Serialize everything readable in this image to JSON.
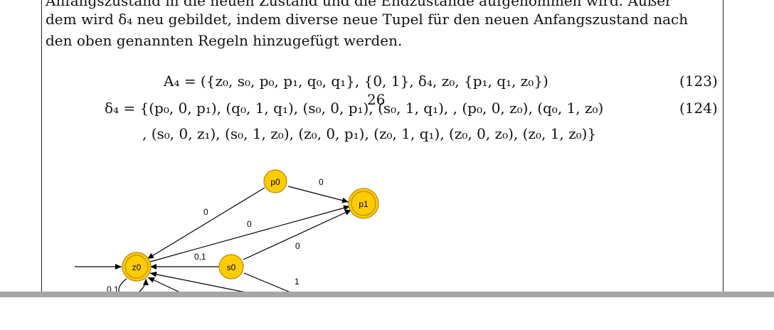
{
  "text": {
    "line_partial": "Anfangszustand in die neuen Zustand und die Endzustände aufgenommen wird. Außer",
    "line2": "dem wird δ₄ neu gebildet, indem diverse neue Tupel für den neuen Anfangszustand nach",
    "line3": "den oben genannten Regeln hinzugefügt werden."
  },
  "equations": {
    "eq123": "A₄ = ({z₀, s₀, p₀, p₁, q₀, q₁}, {0, 1}, δ₄, z₀, {p₁, q₁, z₀})",
    "eq123_num": "(123)",
    "eq124_line1": "δ₄ = {(p₀, 0, p₁), (q₀, 1, q₁), (s₀, 0, p₁), (s₀, 1, q₁), , (p₀, 0, z₀), (q₀, 1, z₀)",
    "eq124_line2": ", (s₀, 0, z₁), (s₀, 1, z₀), (z₀, 0, p₁), (z₀, 1, q₁), (z₀, 0, z₀), (z₀, 1, z₀)}",
    "eq124_num": "(124)"
  },
  "page_number": "26",
  "diagram": {
    "colors": {
      "node_fill": "#FFCC00",
      "node_stroke": "#B88A00",
      "edge": "#000000"
    },
    "nodes": {
      "z0": "z0",
      "s0": "s0",
      "p0": "p0",
      "p1": "p1"
    },
    "edge_labels": {
      "p0_p1": "0",
      "z0_p0": "0",
      "z0_p1": "0",
      "s0_z0": "0,1",
      "s0_p1": "0",
      "s0_q1": "1",
      "z0_loop": "0,1"
    }
  }
}
